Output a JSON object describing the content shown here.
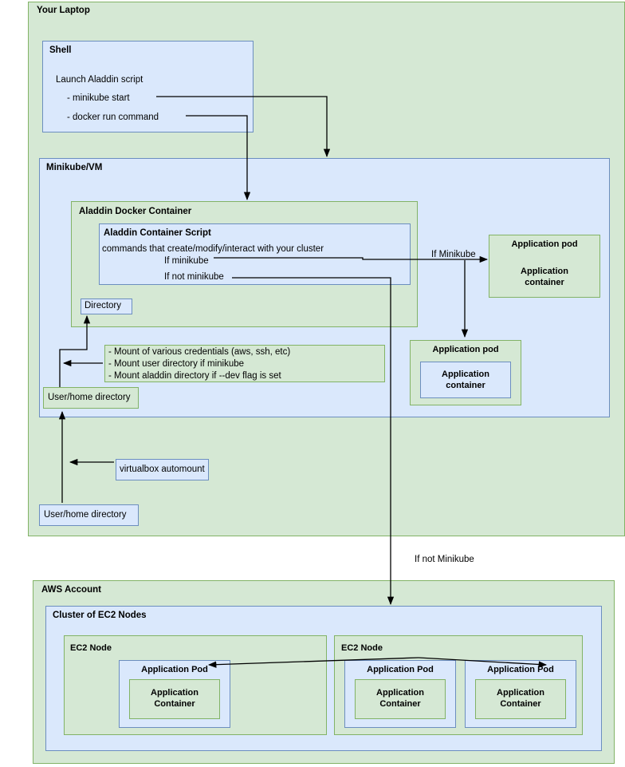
{
  "diagram": {
    "title_hidden": "Aladdin local and AWS cluster architecture",
    "laptop": {
      "label": "Your Laptop",
      "shell": {
        "label": "Shell",
        "line1": "Launch Aladdin script",
        "bullet1": "- minikube start",
        "bullet2": "- docker run command"
      },
      "minikube": {
        "label": "Minikube/VM",
        "docker_container": {
          "label": "Aladdin Docker Container",
          "script": {
            "label": "Aladdin Container Script",
            "line1": "commands that create/modify/interact with your cluster",
            "branch_minikube": "If minikube",
            "branch_not_minikube": "If not minikube"
          },
          "directory": "Directory"
        },
        "mount_note": {
          "line1": "- Mount of various credentials (aws, ssh, etc)",
          "line2": "- Mount user directory if minikube",
          "line3": "- Mount aladdin directory if --dev flag is set"
        },
        "user_home_directory": "User/home directory",
        "pods": [
          {
            "label": "Application pod",
            "container": "Application\ncontainer"
          },
          {
            "label": "Application pod",
            "container": "Application\ncontainer"
          }
        ]
      },
      "virtualbox_automount": "virtualbox automount",
      "user_home_directory": "User/home directory"
    },
    "edge_labels": {
      "if_minikube": "If Minikube",
      "if_not_minikube": "If not Minikube"
    },
    "aws": {
      "label": "AWS Account",
      "cluster": {
        "label": "Cluster of EC2 Nodes",
        "nodes": [
          {
            "label": "EC2 Node",
            "pods": [
              {
                "label": "Application Pod",
                "container": "Application\nContainer"
              }
            ]
          },
          {
            "label": "EC2 Node",
            "pods": [
              {
                "label": "Application Pod",
                "container": "Application\nContainer"
              },
              {
                "label": "Application Pod",
                "container": "Application\nContainer"
              }
            ]
          }
        ]
      }
    },
    "colors": {
      "green_fill": "#d5e8d4",
      "green_stroke": "#82b366",
      "blue_fill": "#dae8fc",
      "blue_stroke": "#6c8ebf",
      "edge_stroke": "#000000",
      "page_background": "#ffffff"
    }
  }
}
